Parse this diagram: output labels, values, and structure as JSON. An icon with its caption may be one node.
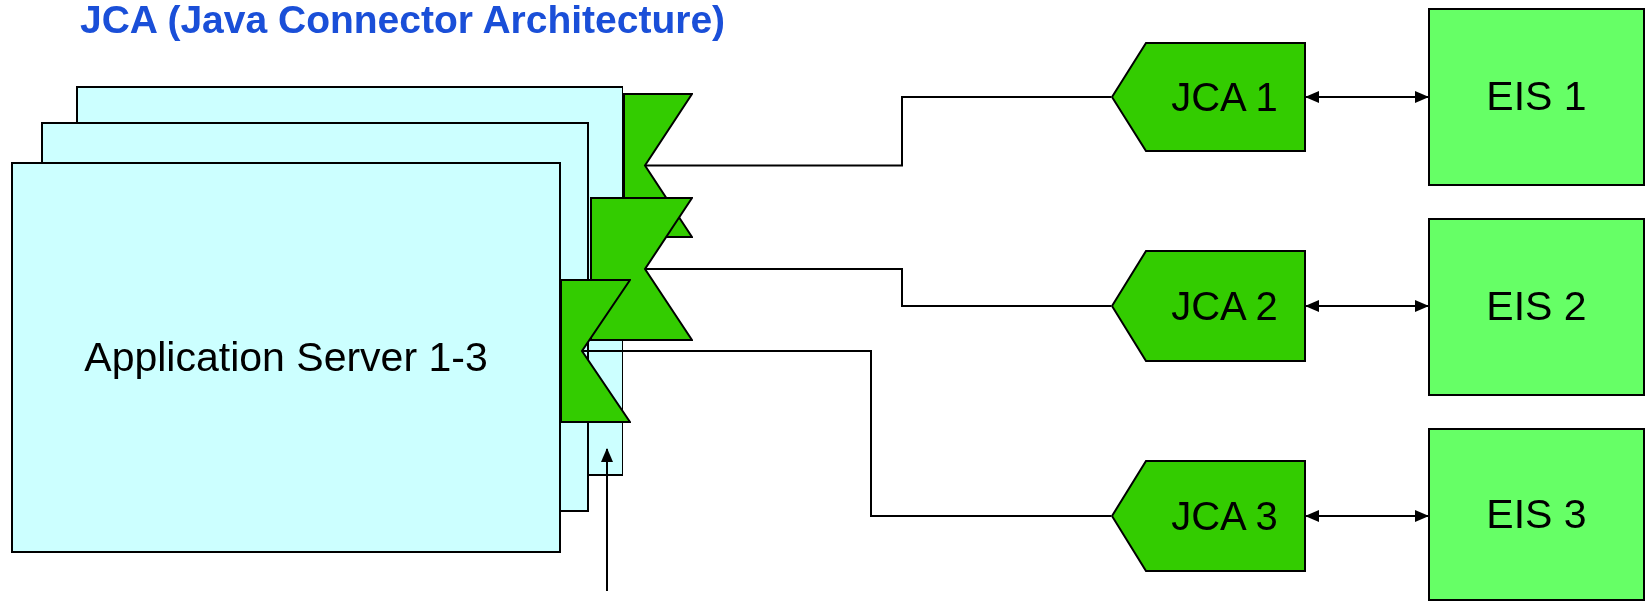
{
  "diagram": {
    "title": "JCA (Java Connector Architecture)",
    "nodes": [
      {
        "text": [
          "Application Server 1-3"
        ]
      },
      {
        "text": [],
        "shape": "bowtie"
      },
      {
        "text": [],
        "shape": "bowtie"
      },
      {
        "text": [],
        "shape": "bowtie"
      },
      {
        "text": [
          "JCA 1"
        ]
      },
      {
        "text": [
          "EIS 1"
        ]
      },
      {
        "text": [
          "JCA 2"
        ]
      },
      {
        "text": [
          "EIS 2"
        ]
      },
      {
        "text": [
          "JCA 3"
        ]
      },
      {
        "text": [
          "EIS 3"
        ]
      }
    ],
    "edges": [
      {
        "from": 1,
        "to": 4,
        "arrow": "none"
      },
      {
        "from": 2,
        "to": 6,
        "arrow": "none"
      },
      {
        "from": 3,
        "to": 8,
        "arrow": "none"
      },
      {
        "from": 4,
        "to": 5,
        "arrow": "both"
      },
      {
        "from": 6,
        "to": 7,
        "arrow": "both"
      },
      {
        "from": 8,
        "to": 9,
        "arrow": "both"
      },
      {
        "from": null,
        "to": 0,
        "arrow": "to"
      }
    ]
  }
}
